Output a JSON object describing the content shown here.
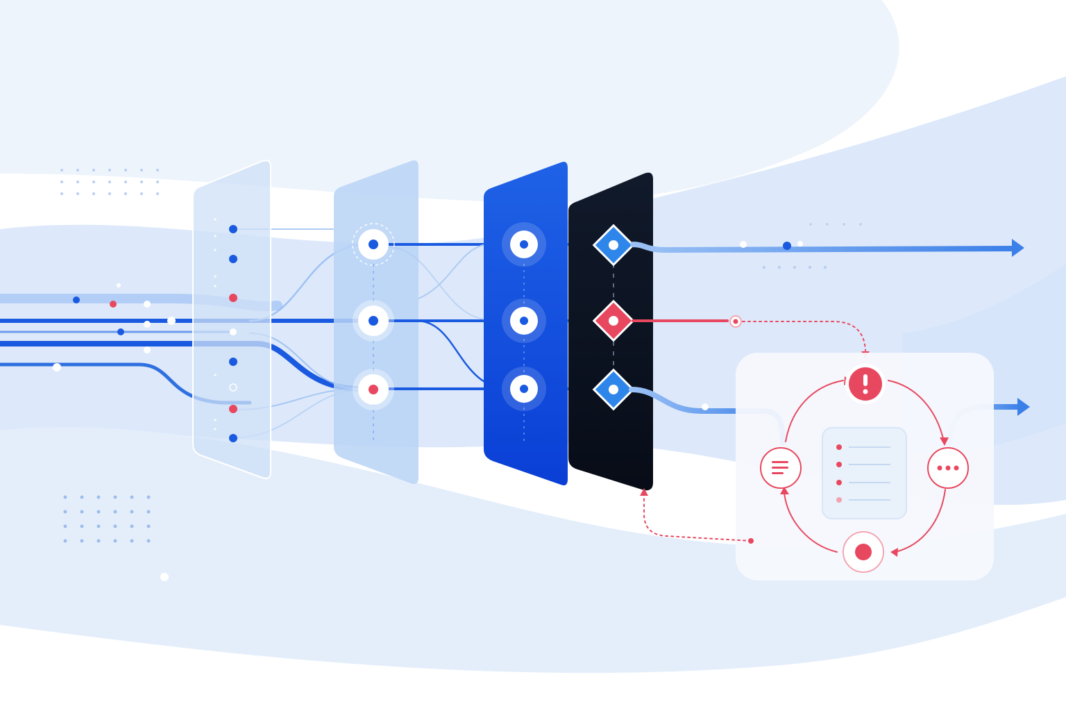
{
  "colors": {
    "background": "#ffffff",
    "wash": "#dbe9fb",
    "wash_light": "#eaf2fc",
    "flow_blue": "#2f6fe0",
    "flow_light": "#8fb8f2",
    "deep_blue": "#1455e0",
    "panel_dark": "#0b1220",
    "alert_red": "#e8485f",
    "node_white": "#ffffff"
  },
  "diagram": {
    "stages": [
      {
        "id": "intake",
        "style": "translucent",
        "nodes": []
      },
      {
        "id": "routing",
        "style": "light",
        "nodes": [
          "blue",
          "blue",
          "red"
        ]
      },
      {
        "id": "processing",
        "style": "blue",
        "nodes": [
          "blue",
          "blue",
          "blue"
        ]
      },
      {
        "id": "validation",
        "style": "dark",
        "nodes": [
          "blue",
          "red",
          "blue"
        ]
      }
    ],
    "outputs": [
      {
        "id": "top-output",
        "status": "pass"
      },
      {
        "id": "alert-output",
        "status": "flagged"
      },
      {
        "id": "bottom-output",
        "status": "pass"
      }
    ],
    "review_loop": {
      "icons": [
        "alert-icon",
        "list-icon",
        "more-icon",
        "record-icon"
      ],
      "checklist_items": 4
    }
  }
}
